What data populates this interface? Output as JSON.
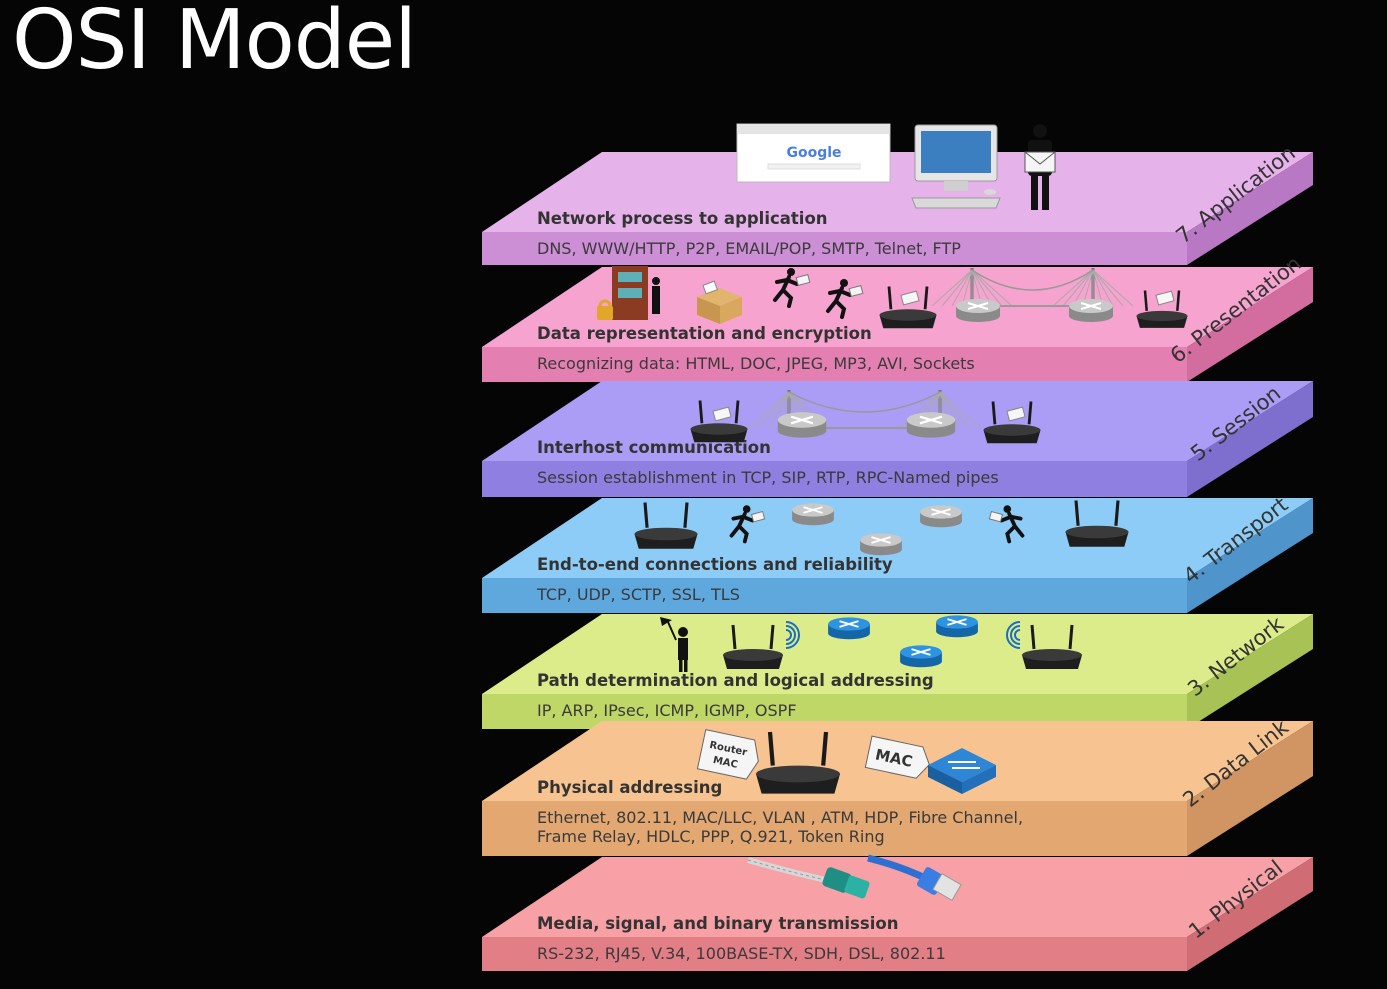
{
  "title": "OSI Model",
  "layers": [
    {
      "number": 7,
      "name": "7. Application",
      "description": "Network process to application",
      "protocols": [
        "DNS, WWW/HTTP, P2P, EMAIL/POP, SMTP, Telnet, FTP"
      ],
      "colors": {
        "top": "#e6b2ea",
        "front": "#cc8fd6",
        "side": "#b878c4"
      }
    },
    {
      "number": 6,
      "name": "6. Presentation",
      "description": "Data representation and encryption",
      "protocols": [
        "Recognizing data: HTML, DOC, JPEG, MP3, AVI, Sockets"
      ],
      "colors": {
        "top": "#f6a3cf",
        "front": "#e47fb2",
        "side": "#d36c9f"
      }
    },
    {
      "number": 5,
      "name": "5. Session",
      "description": "Interhost communication",
      "protocols": [
        "Session establishment in TCP, SIP, RTP, RPC-Named pipes"
      ],
      "colors": {
        "top": "#ab9df5",
        "front": "#8f7fe0",
        "side": "#7e6fcf"
      }
    },
    {
      "number": 4,
      "name": "4. Transport",
      "description": "End-to-end connections and reliability",
      "protocols": [
        "TCP, UDP, SCTP, SSL, TLS"
      ],
      "colors": {
        "top": "#8dccf6",
        "front": "#5fa8de",
        "side": "#4f95cb"
      }
    },
    {
      "number": 3,
      "name": "3. Network",
      "description": "Path determination and logical addressing",
      "protocols": [
        "IP, ARP, IPsec, ICMP, IGMP, OSPF"
      ],
      "colors": {
        "top": "#dcec8a",
        "front": "#bed766",
        "side": "#a8c255"
      }
    },
    {
      "number": 2,
      "name": "2. Data Link",
      "description": "Physical addressing",
      "protocols": [
        "Ethernet, 802.11, MAC/LLC, VLAN , ATM, HDP, Fibre Channel,",
        "Frame Relay, HDLC,  PPP, Q.921, Token Ring"
      ],
      "colors": {
        "top": "#f7c491",
        "front": "#e3a872",
        "side": "#d09562"
      }
    },
    {
      "number": 1,
      "name": "1. Physical",
      "description": "Media, signal, and binary transmission",
      "protocols": [
        "RS-232, RJ45, V.34, 100BASE-TX, SDH, DSL, 802.11"
      ],
      "colors": {
        "top": "#f7a0a5",
        "front": "#e27e86",
        "side": "#cf6c74"
      }
    }
  ],
  "browser": {
    "logo": "Google"
  },
  "tags": {
    "router_mac": [
      "Router",
      "MAC"
    ],
    "mac": "MAC"
  },
  "text_color": "#3a3a3a"
}
